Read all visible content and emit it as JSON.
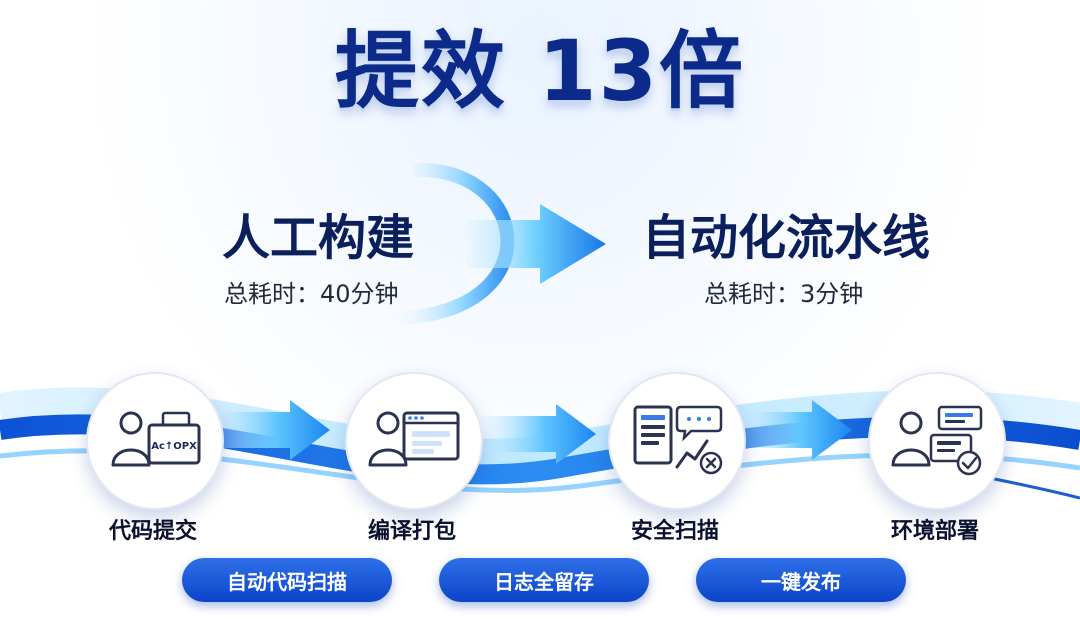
{
  "title": "提效 13倍",
  "manual": {
    "title": "人工构建",
    "time": "总耗时：40分钟"
  },
  "automated": {
    "title": "自动化流水线",
    "time": "总耗时：3分钟"
  },
  "steps": [
    {
      "label": "代码提交",
      "icon": "user-laptop-icon",
      "screen_text": "Ac↑OPX"
    },
    {
      "label": "编译打包",
      "icon": "user-browser-window-icon"
    },
    {
      "label": "安全扫描",
      "icon": "document-chat-chart-icon"
    },
    {
      "label": "环境部署",
      "icon": "user-checklist-check-icon"
    }
  ],
  "features": [
    {
      "label": "自动代码扫描"
    },
    {
      "label": "日志全留存"
    },
    {
      "label": "一键发布"
    }
  ],
  "colors": {
    "navy": "#0b2a8a",
    "accent": "#1a6cf0",
    "arrow_light": "#5fc6ff",
    "pill": "#0b44c8"
  }
}
